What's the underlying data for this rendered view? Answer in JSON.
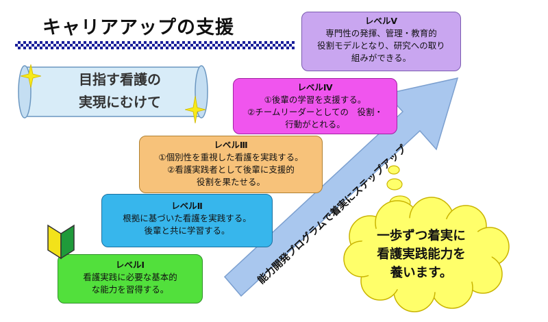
{
  "title": "キャリアアップの支援",
  "scroll": {
    "line1": "目指す看護の",
    "line2": "実現にむけて"
  },
  "levels": [
    {
      "name": "レベルⅠ",
      "lines": [
        "看護実践に必要な基本的",
        "な能力を習得する。"
      ]
    },
    {
      "name": "レベルⅡ",
      "lines": [
        "根拠に基づいた看護を実践する。",
        "後輩と共に学習する。"
      ]
    },
    {
      "name": "レベルⅢ",
      "lines": [
        "①個別性を重視した看護を実践する。",
        "②看護実践者として後輩に支援的",
        "役割を果たせる。"
      ]
    },
    {
      "name": "レベルⅣ",
      "lines": [
        "①後輩の学習を支援する。",
        "②チームリーダーとしての　役割・",
        "行動がとれる。"
      ]
    },
    {
      "name": "レベルⅤ",
      "lines": [
        "専門性の発揮、管理・教育的",
        "役割モデルとなり、研究への取り",
        "組みができる。"
      ]
    }
  ],
  "arrow_label": "能力開発プログラムで着実にステップアップ",
  "cloud": {
    "line1": "一歩ずつ着実に",
    "line2": "看護実践能力を",
    "line3": "養います。"
  },
  "colors": {
    "level1": "#52e03c",
    "level2": "#37b6ec",
    "level3": "#f7c27a",
    "level4": "#f055ee",
    "level5": "#c9a6f0",
    "arrow": "#a9c7ee",
    "cloud": "#ffff6a"
  },
  "icons": [
    "sparkle-icon",
    "beginner-mark-icon"
  ]
}
